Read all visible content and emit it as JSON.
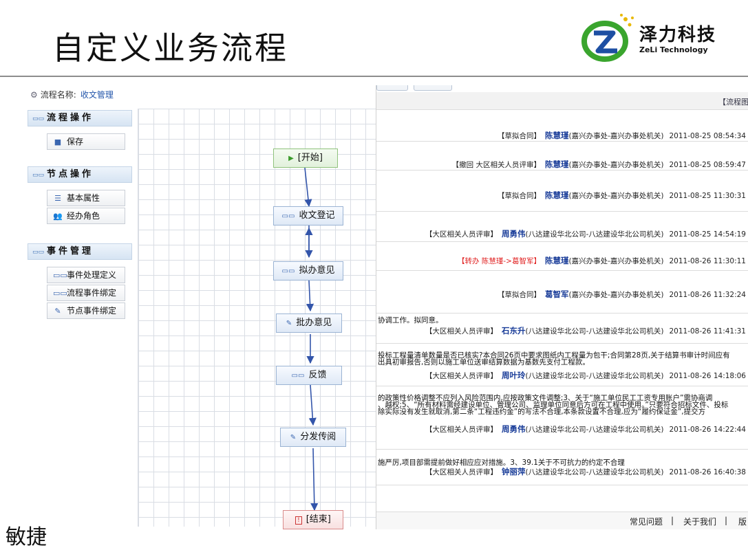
{
  "slide": {
    "title": "自定义业务流程",
    "bottom_text": "敏捷"
  },
  "logo": {
    "cn": "泽力科技",
    "en": "ZeLi Technology"
  },
  "editor": {
    "flow_name_label": "流程名称:",
    "flow_name_value": "收文管理",
    "sections": [
      {
        "title": "流程操作",
        "buttons": [
          {
            "label": "保存",
            "icon": "save-icon"
          }
        ]
      },
      {
        "title": "节点操作",
        "buttons": [
          {
            "label": "基本属性",
            "icon": "properties-icon"
          },
          {
            "label": "经办角色",
            "icon": "users-icon"
          }
        ]
      },
      {
        "title": "事件管理",
        "buttons": [
          {
            "label": "事件处理定义",
            "icon": "node-icon"
          },
          {
            "label": "流程事件绑定",
            "icon": "node-icon"
          },
          {
            "label": "节点事件绑定",
            "icon": "edit-icon"
          }
        ]
      }
    ],
    "nodes": [
      "[开始]",
      "收文登记",
      "拟办意见",
      "批办意见",
      "反馈",
      "分发传阅",
      "[结束]"
    ]
  },
  "log": {
    "header_link": "【流程图",
    "rows": [
      {
        "tag": "【草拟合同】",
        "tag_red": false,
        "name": "陈慧瑾",
        "org": "(嘉兴办事处-嘉兴办事处机关)",
        "time": "2011-08-25 08:54:34",
        "comment": []
      },
      {
        "tag": "【撤回 大区相关人员评审】",
        "tag_red": false,
        "name": "陈慧瑾",
        "org": "(嘉兴办事处-嘉兴办事处机关)",
        "time": "2011-08-25 08:59:47",
        "comment": []
      },
      {
        "tag": "【草拟合同】",
        "tag_red": false,
        "name": "陈慧瑾",
        "org": "(嘉兴办事处-嘉兴办事处机关)",
        "time": "2011-08-25 11:30:31",
        "comment": []
      },
      {
        "tag": "【大区相关人员评审】",
        "tag_red": false,
        "name": "周勇伟",
        "org": "(八达建设华北公司-八达建设华北公司机关)",
        "time": "2011-08-25 14:54:19",
        "comment": []
      },
      {
        "tag": "【转办 陈慧瑾->葛智军】",
        "tag_red": true,
        "name": "陈慧瑾",
        "org": "(嘉兴办事处-嘉兴办事处机关)",
        "time": "2011-08-26 11:30:11",
        "comment": []
      },
      {
        "tag": "【草拟合同】",
        "tag_red": false,
        "name": "葛智军",
        "org": "(嘉兴办事处-嘉兴办事处机关)",
        "time": "2011-08-26 11:32:24",
        "comment": []
      },
      {
        "tag": "【大区相关人员评审】",
        "tag_red": false,
        "name": "石东升",
        "org": "(八达建设华北公司-八达建设华北公司机关)",
        "time": "2011-08-26 11:41:31",
        "comment": [
          "协调工作。拟同意。"
        ]
      },
      {
        "tag": "【大区相关人员评审】",
        "tag_red": false,
        "name": "周叶玲",
        "org": "(八达建设华北公司-八达建设华北公司机关)",
        "time": "2011-08-26 14:18:06",
        "comment": [
          "投标工程量清单数量是否已核实?本合同26页中要求图纸内工程量为包干;合同第28页,关于结算书审计时间应有",
          "出具初审报告,否则以施工单位送审结算数据为基数先支付工程款。"
        ]
      },
      {
        "tag": "【大区相关人员评审】",
        "tag_red": false,
        "name": "周勇伟",
        "org": "(八达建设华北公司-八达建设华北公司机关)",
        "time": "2011-08-26 14:22:44",
        "comment": [
          "的政策性价格调整不应列入风险范围内,应按政策文件调整;3、关于“施工单位民工工资专用账户”需协商调",
          "、越权;5、“所有材料需经建设单位、管理公司、监理单位同意后方可在工程中使用。”只要符合招标文件、投标",
          "除实际没有发生就取消,第二条“工程违约金”的写法不合理,本条款设置不合理,应为“履约保证金”,提交方"
        ]
      },
      {
        "tag": "【大区相关人员评审】",
        "tag_red": false,
        "name": "钟丽萍",
        "org": "(八达建设华北公司-八达建设华北公司机关)",
        "time": "2011-08-26 16:40:38",
        "comment": [
          "施严厉,项目部需提前做好相应应对措施。3、39.1关于不可抗力的约定不合理"
        ]
      }
    ],
    "footer": [
      "常见问题",
      "|",
      "关于我们",
      "|",
      "版"
    ]
  }
}
